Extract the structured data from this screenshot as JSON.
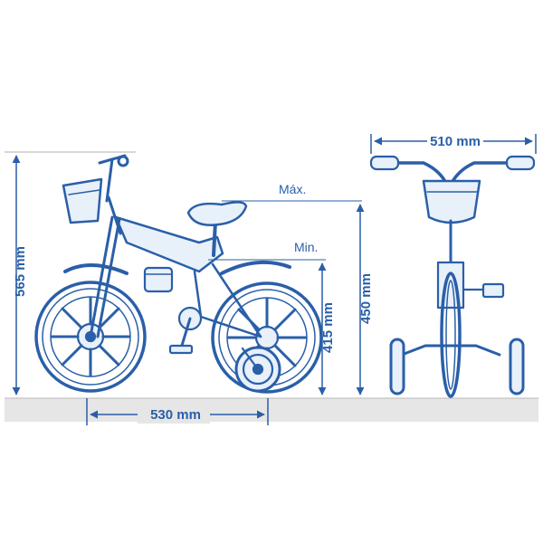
{
  "colors": {
    "line": "#2a5fa8",
    "light_fill": "#e8f0fa",
    "ground": "#e6e6e6",
    "background": "#ffffff"
  },
  "dimensions": {
    "height_total": "565 mm",
    "wheelbase": "530 mm",
    "seat_min_height": "415 mm",
    "seat_max_height": "450 mm",
    "handlebar_width": "510 mm"
  },
  "labels": {
    "seat_max": "Máx.",
    "seat_min": "Min."
  }
}
